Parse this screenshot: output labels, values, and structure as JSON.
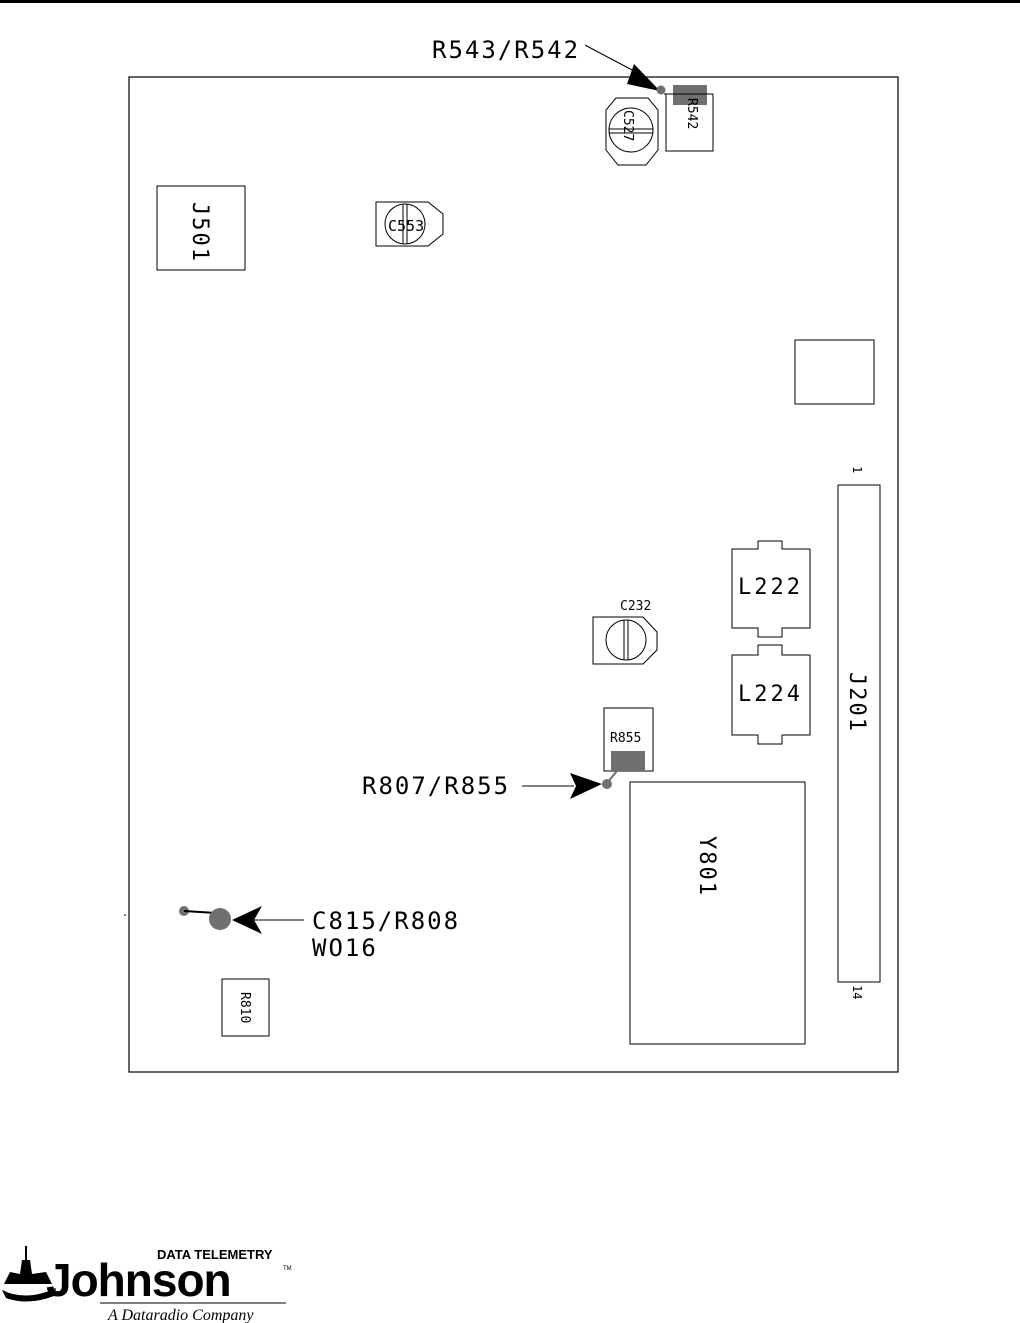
{
  "callouts": {
    "r543_r542": "R543/R542",
    "r807_r855": "R807/R855",
    "c815_r808": "C815/R808",
    "wo16": "WO16"
  },
  "components": {
    "c527": "C527",
    "r542": "R542",
    "j501": "J501",
    "c553": "C553",
    "c232": "C232",
    "l222": "L222",
    "l224": "L224",
    "j201": "J201",
    "r855": "R855",
    "y801": "Y801",
    "r810": "R810"
  },
  "pins": {
    "j201_first": "1",
    "j201_last": "14"
  },
  "logo": {
    "top_line": "DATA TELEMETRY",
    "name": "Johnson",
    "tm": "TM",
    "tagline": "A Dataradio Company"
  },
  "colors": {
    "highlight": "#707070",
    "line": "#000000"
  }
}
